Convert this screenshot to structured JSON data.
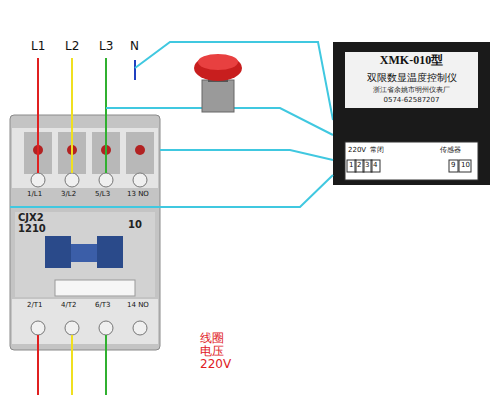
{
  "diagram": {
    "nodes": [
      {
        "text": [
          "CJX2 1210",
          "10"
        ]
      },
      {
        "text": [
          "XMK-010型",
          "双限数显温度控制仪",
          "浙江省余姚市明州仪表厂",
          "0574-62587207"
        ]
      }
    ],
    "edges": [
      {
        "from": 0,
        "to": 1,
        "arrow": "none"
      },
      {
        "from": 0,
        "to": 1,
        "arrow": "none"
      }
    ],
    "labels": [
      "L1",
      "L2",
      "L3",
      "N",
      "1/L1",
      "3/L2",
      "5/L3",
      "13 NO",
      "2/T1",
      "4/T2",
      "6/T3",
      "14 NO",
      "220V",
      "常闭",
      "1",
      "2",
      "3",
      "4",
      "9",
      "10",
      "传感器",
      "线圈 电压 220V"
    ]
  }
}
